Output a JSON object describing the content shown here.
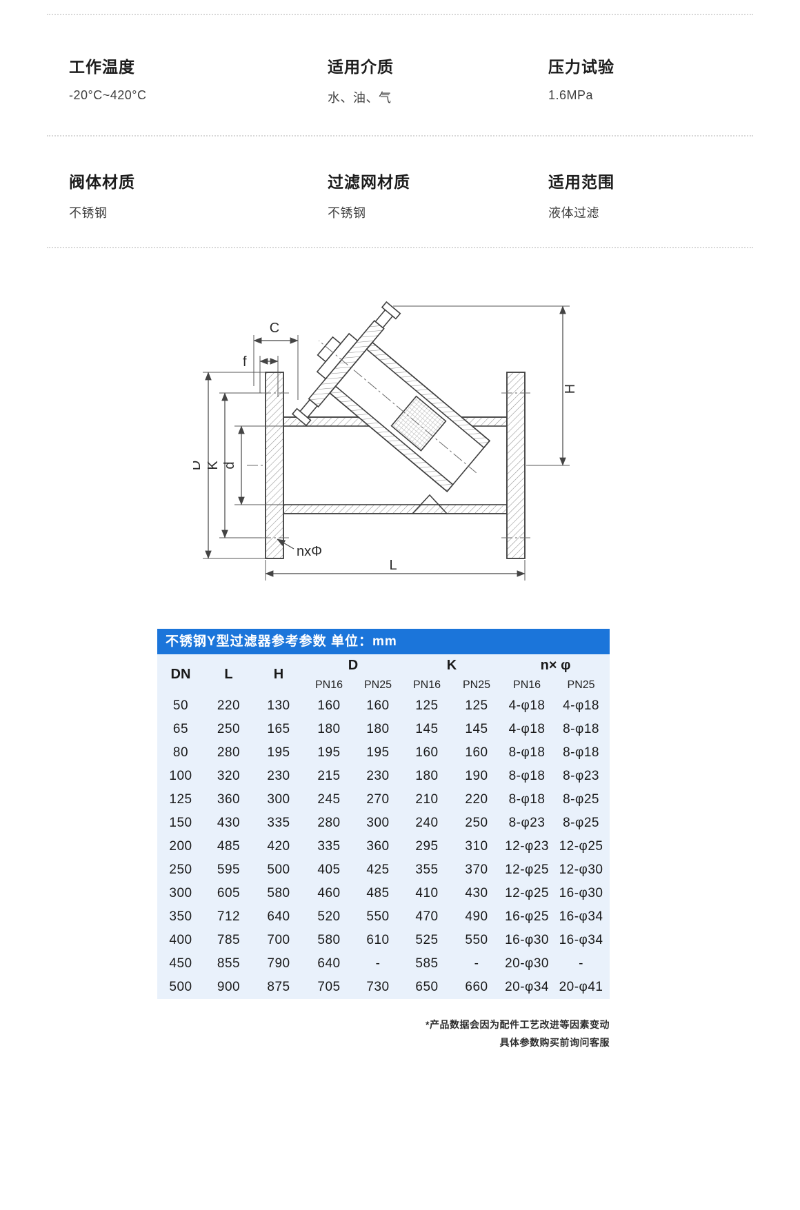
{
  "specs": {
    "rows": [
      {
        "items": [
          {
            "label": "工作温度",
            "value": "-20°C~420°C"
          },
          {
            "label": "适用介质",
            "value": "水、油、气"
          },
          {
            "label": "压力试验",
            "value": "1.6MPa"
          }
        ]
      },
      {
        "items": [
          {
            "label": "阀体材质",
            "value": "不锈钢"
          },
          {
            "label": "过滤网材质",
            "value": "不锈钢"
          },
          {
            "label": "适用范围",
            "value": "液体过滤"
          }
        ]
      }
    ]
  },
  "drawing": {
    "labels": {
      "c": "C",
      "f": "f",
      "h": "H",
      "d_outer": "D",
      "k": "K",
      "d_inner": "d",
      "bolt_holes": "nxΦ",
      "l": "L"
    }
  },
  "table": {
    "title": "不锈钢Y型过滤器参考参数  单位：mm",
    "headers": {
      "dn": "DN",
      "l": "L",
      "h": "H",
      "d": "D",
      "k": "K",
      "n_phi": "n× φ"
    },
    "sub_headers": {
      "pn16": "PN16",
      "pn25": "PN25"
    },
    "rows": [
      [
        "50",
        "220",
        "130",
        "160",
        "160",
        "125",
        "125",
        "4-φ18",
        "4-φ18"
      ],
      [
        "65",
        "250",
        "165",
        "180",
        "180",
        "145",
        "145",
        "4-φ18",
        "8-φ18"
      ],
      [
        "80",
        "280",
        "195",
        "195",
        "195",
        "160",
        "160",
        "8-φ18",
        "8-φ18"
      ],
      [
        "100",
        "320",
        "230",
        "215",
        "230",
        "180",
        "190",
        "8-φ18",
        "8-φ23"
      ],
      [
        "125",
        "360",
        "300",
        "245",
        "270",
        "210",
        "220",
        "8-φ18",
        "8-φ25"
      ],
      [
        "150",
        "430",
        "335",
        "280",
        "300",
        "240",
        "250",
        "8-φ23",
        "8-φ25"
      ],
      [
        "200",
        "485",
        "420",
        "335",
        "360",
        "295",
        "310",
        "12-φ23",
        "12-φ25"
      ],
      [
        "250",
        "595",
        "500",
        "405",
        "425",
        "355",
        "370",
        "12-φ25",
        "12-φ30"
      ],
      [
        "300",
        "605",
        "580",
        "460",
        "485",
        "410",
        "430",
        "12-φ25",
        "16-φ30"
      ],
      [
        "350",
        "712",
        "640",
        "520",
        "550",
        "470",
        "490",
        "16-φ25",
        "16-φ34"
      ],
      [
        "400",
        "785",
        "700",
        "580",
        "610",
        "525",
        "550",
        "16-φ30",
        "16-φ34"
      ],
      [
        "450",
        "855",
        "790",
        "640",
        "-",
        "585",
        "-",
        "20-φ30",
        "-"
      ],
      [
        "500",
        "900",
        "875",
        "705",
        "730",
        "650",
        "660",
        "20-φ34",
        "20-φ41"
      ]
    ]
  },
  "footnote": {
    "line1": "*产品数据会因为配件工艺改进等因素变动",
    "line2": "具体参数购买前询问客服"
  }
}
